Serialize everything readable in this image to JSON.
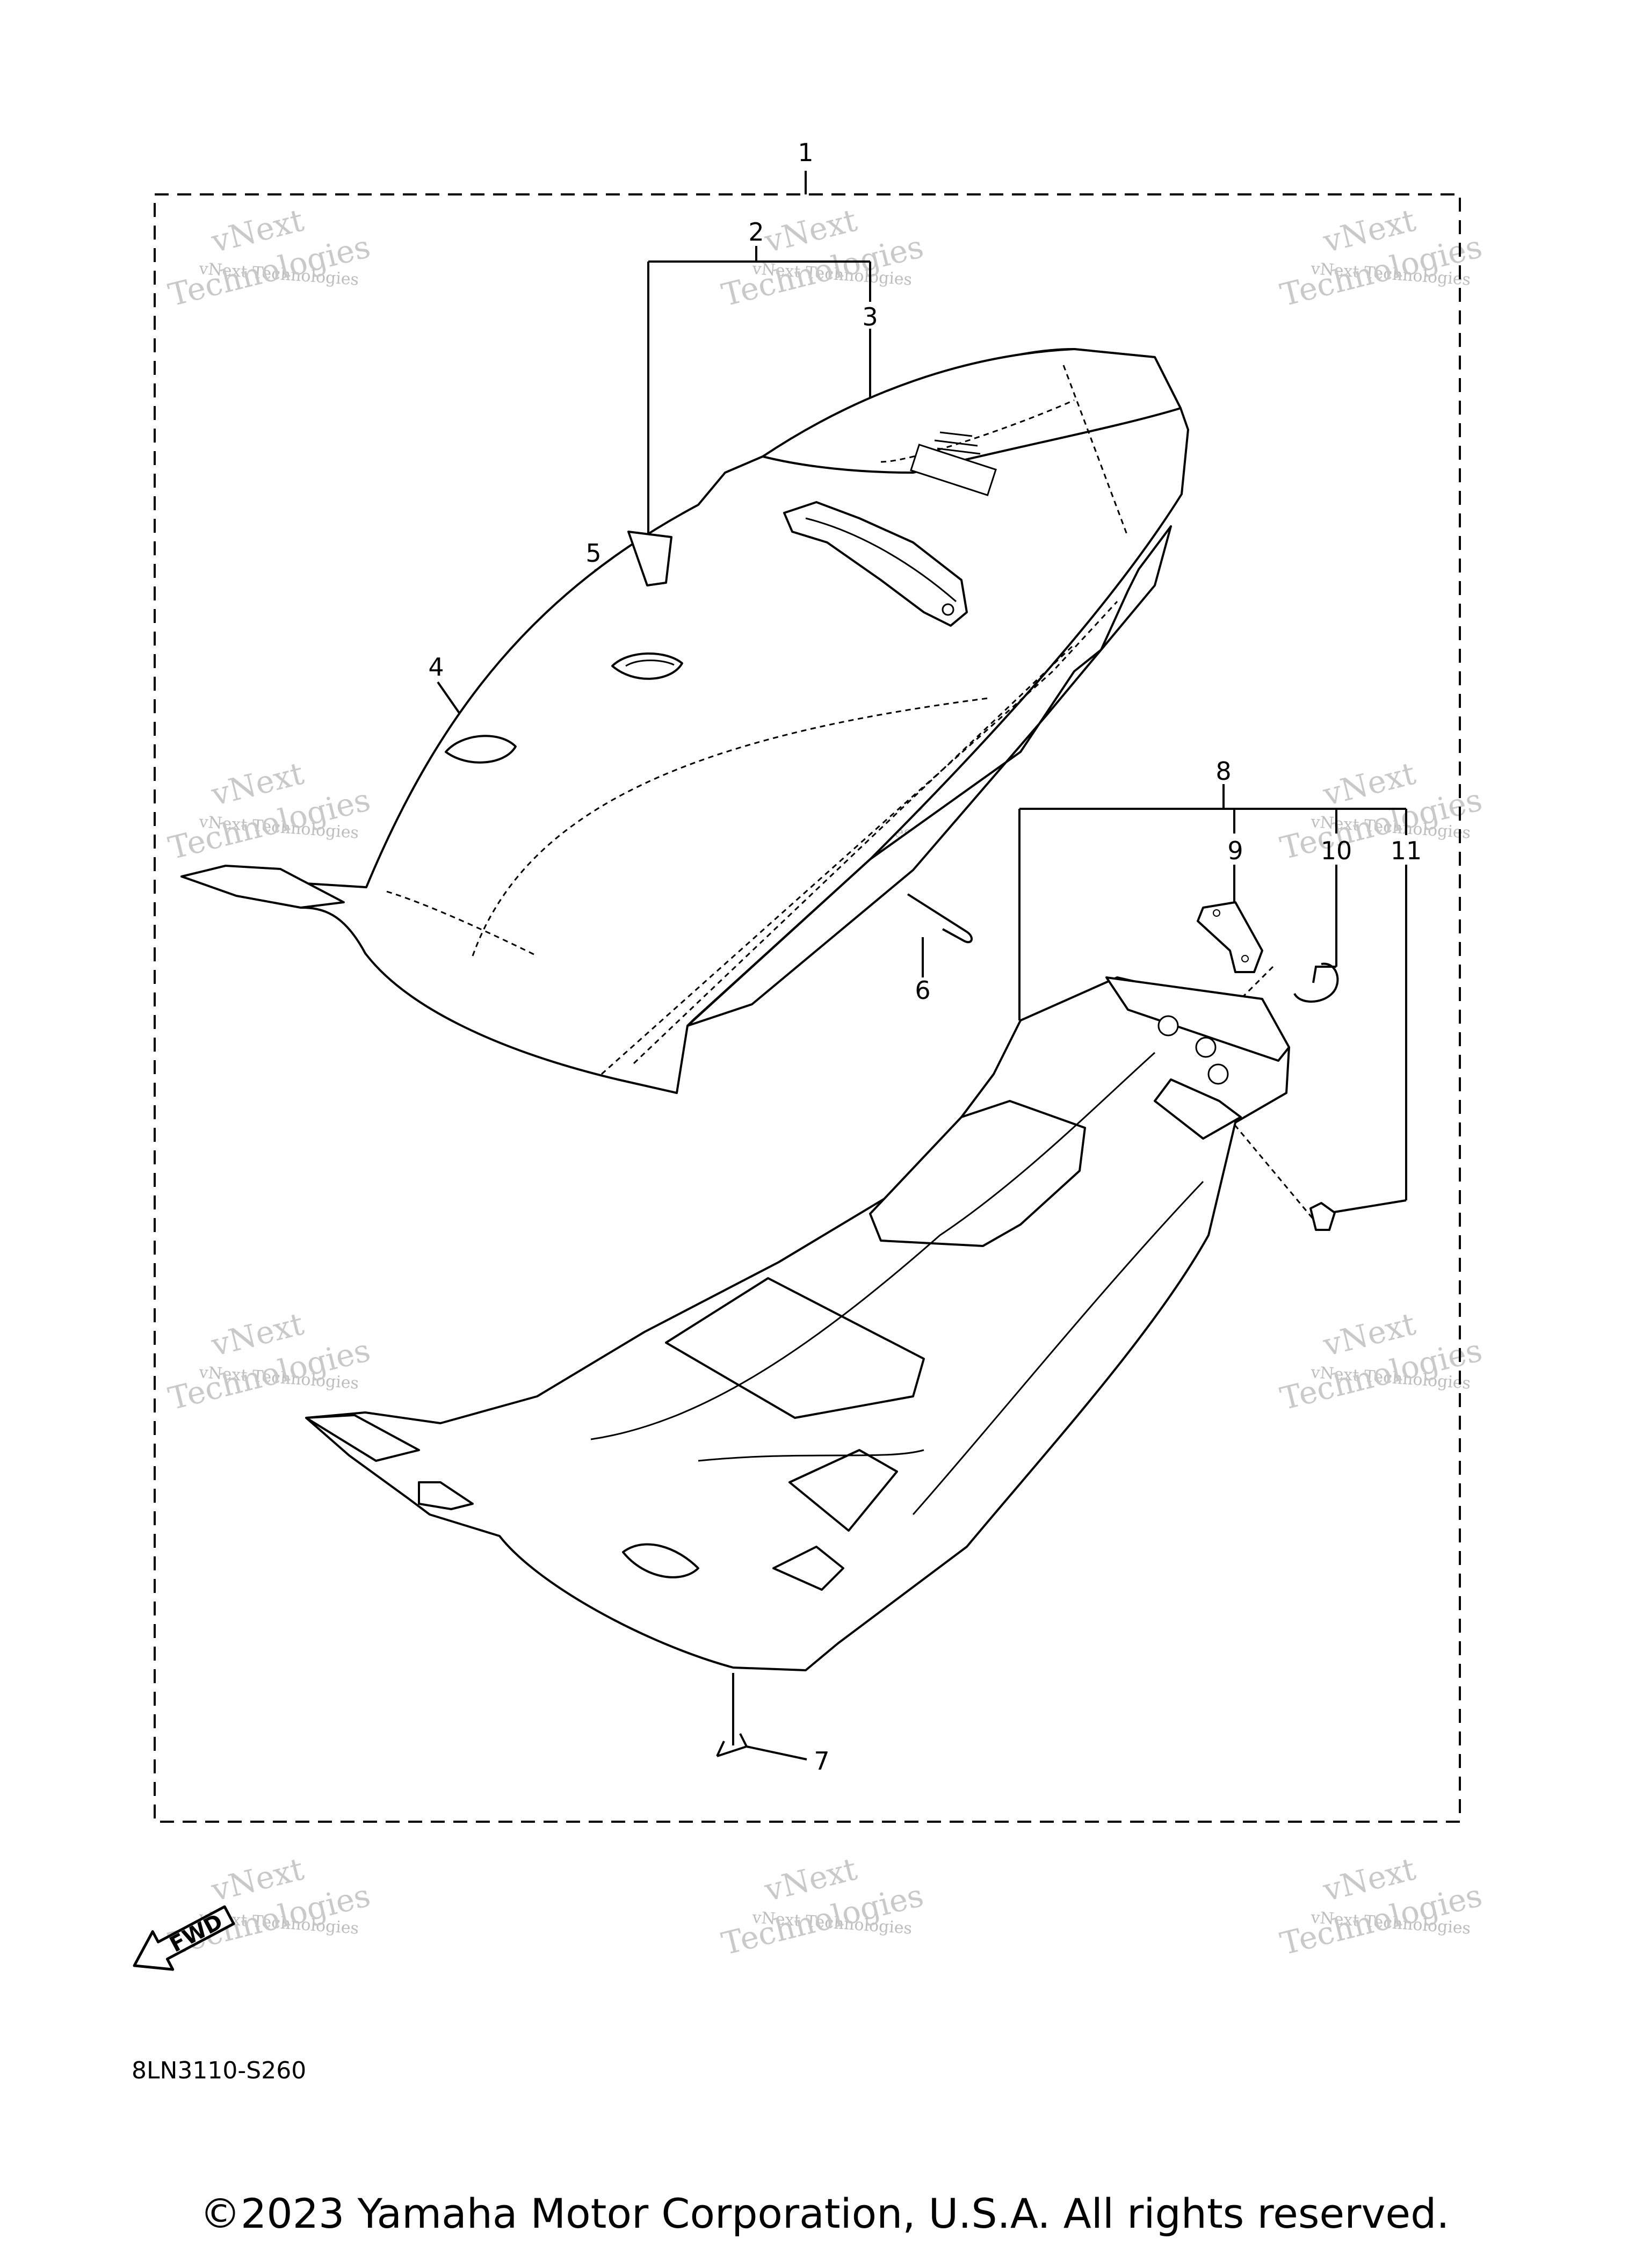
{
  "callouts": [
    "1",
    "2",
    "3",
    "4",
    "5",
    "6",
    "7",
    "8",
    "9",
    "10",
    "11"
  ],
  "watermark": {
    "line1": "vNext",
    "line2": "vNext Technologies",
    "line3": "Technologies"
  },
  "fwd_label": "FWD",
  "diagram_code": "8LN3110-S260",
  "copyright": "©2023 Yamaha Motor Corporation, U.S.A. All rights reserved."
}
